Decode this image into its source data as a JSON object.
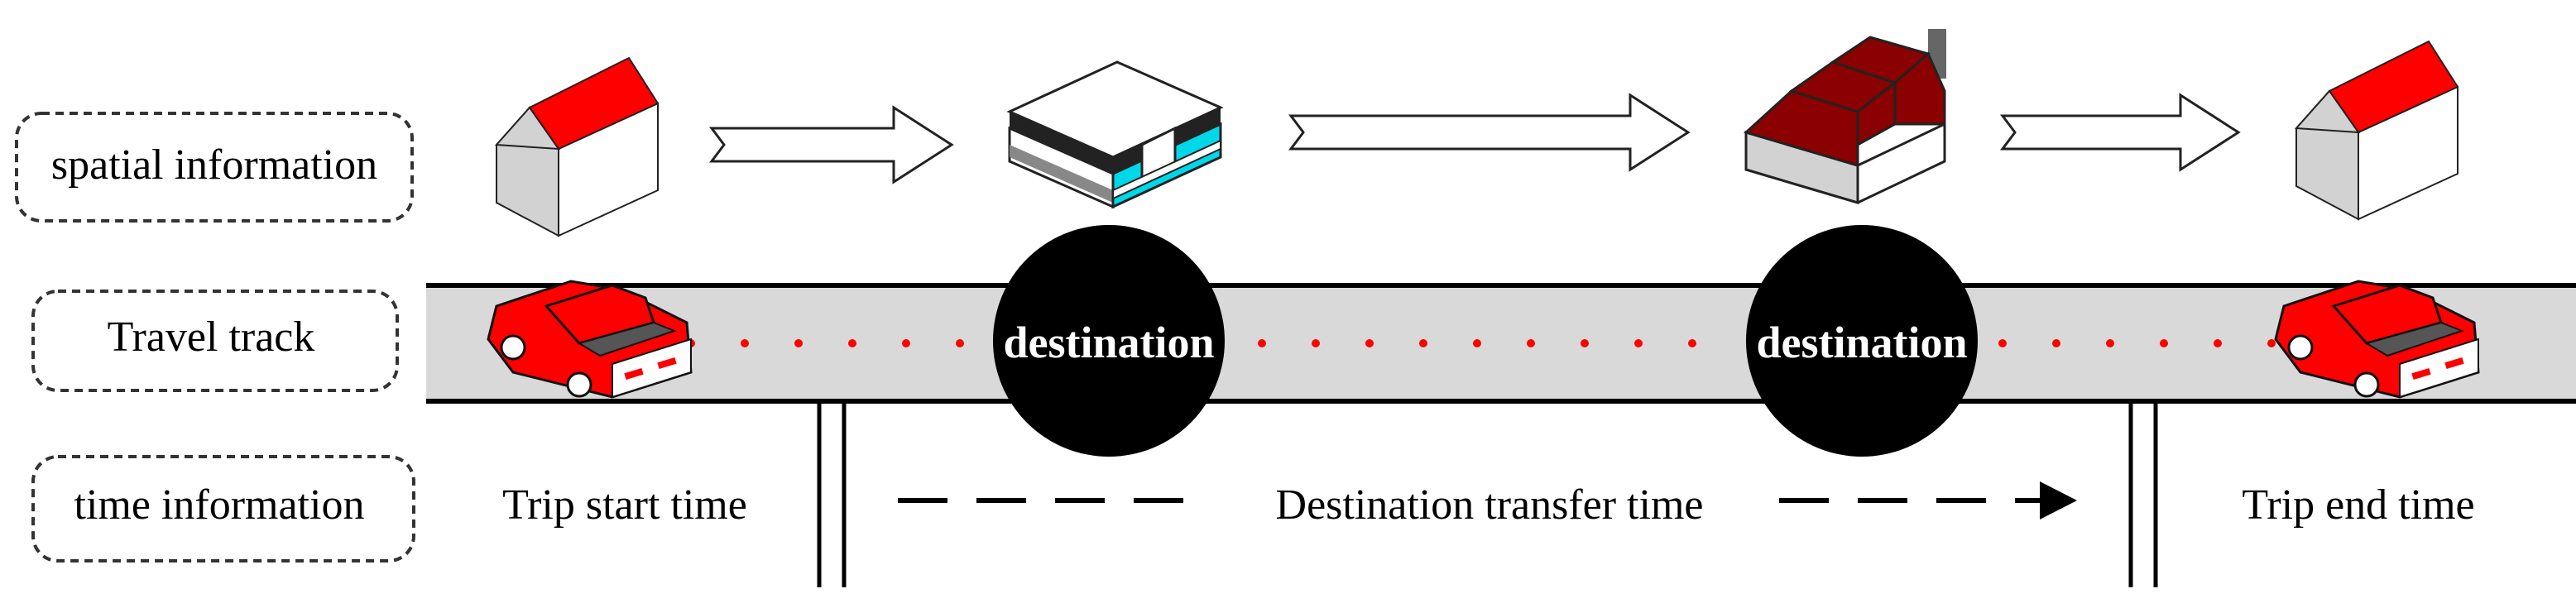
{
  "rows": {
    "spatial": "spatial information",
    "track": "Travel track",
    "time": "time information"
  },
  "nodes": {
    "destination_1": "destination",
    "destination_2": "destination"
  },
  "time_labels": {
    "start": "Trip start time",
    "transfer": "Destination transfer time",
    "end": "Trip end time"
  },
  "colors": {
    "roof_red": "#ff0000",
    "factory_roof": "#8b0000",
    "wall_gray": "#d0d0d0",
    "road_gray": "#d9d9d9",
    "store_cyan": "#00d8e8",
    "dot_red": "#ff0000",
    "destination_fill": "#000000"
  },
  "icons": [
    "house-icon",
    "store-icon",
    "factory-icon",
    "house-icon",
    "car-icon",
    "car-icon"
  ]
}
